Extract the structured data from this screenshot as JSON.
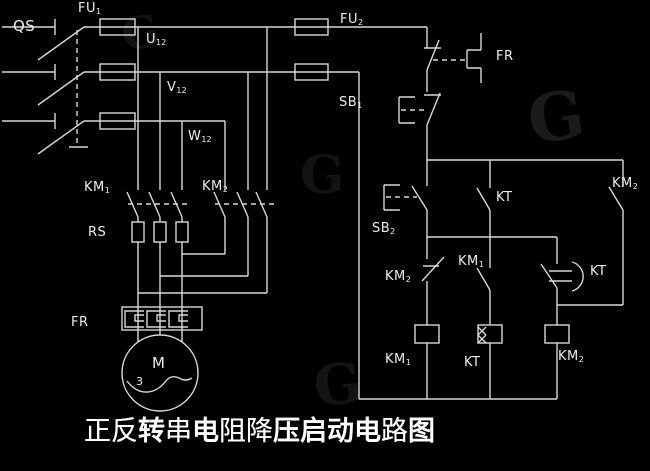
{
  "colors": {
    "background": "#000000",
    "line": "#d8d8d8",
    "text": "#ededed",
    "title_text": "#ffffff"
  },
  "labels": {
    "qs": {
      "text": "QS"
    },
    "fu1": {
      "text": "FU",
      "sub": "1"
    },
    "fu2": {
      "text": "FU",
      "sub": "2"
    },
    "u12": {
      "text": "U",
      "sub": "12"
    },
    "v12": {
      "text": "V",
      "sub": "12"
    },
    "w12": {
      "text": "W",
      "sub": "12"
    },
    "km1_main": {
      "text": "KM",
      "sub": "1"
    },
    "km2_main": {
      "text": "KM",
      "sub": "2"
    },
    "rs": {
      "text": "RS"
    },
    "fr_overload": {
      "text": "FR"
    },
    "motor": {
      "text": "M"
    },
    "motor_phases": {
      "text": "3"
    },
    "fr_contact": {
      "text": "FR"
    },
    "sb1": {
      "text": "SB",
      "sub": "1"
    },
    "sb2": {
      "text": "SB",
      "sub": "2"
    },
    "kt_contact": {
      "text": "KT"
    },
    "km2_aux": {
      "text": "KM",
      "sub": "2"
    },
    "km2_nc": {
      "text": "KM",
      "sub": "2"
    },
    "km1_aux": {
      "text": "KM",
      "sub": "1"
    },
    "kt_delayed": {
      "text": "KT"
    },
    "km1_coil": {
      "text": "KM",
      "sub": "1"
    },
    "kt_coil": {
      "text": "KT"
    },
    "km2_coil": {
      "text": "KM",
      "sub": "2"
    }
  },
  "title": {
    "chars": [
      {
        "ch": "正",
        "weight": "normal"
      },
      {
        "ch": "反",
        "weight": "normal"
      },
      {
        "ch": "转",
        "weight": "bold"
      },
      {
        "ch": "串",
        "weight": "normal"
      },
      {
        "ch": "电",
        "weight": "bold"
      },
      {
        "ch": "阻",
        "weight": "normal"
      },
      {
        "ch": "降",
        "weight": "normal"
      },
      {
        "ch": "压",
        "weight": "bold"
      },
      {
        "ch": "启",
        "weight": "bold"
      },
      {
        "ch": "动",
        "weight": "bold"
      },
      {
        "ch": "电",
        "weight": "bold"
      },
      {
        "ch": "路",
        "weight": "normal"
      },
      {
        "ch": "图",
        "weight": "bold"
      }
    ],
    "full_text": "正反转串电阻降压启动电路图"
  },
  "watermarks": [
    "G",
    "G",
    "G",
    "G"
  ]
}
